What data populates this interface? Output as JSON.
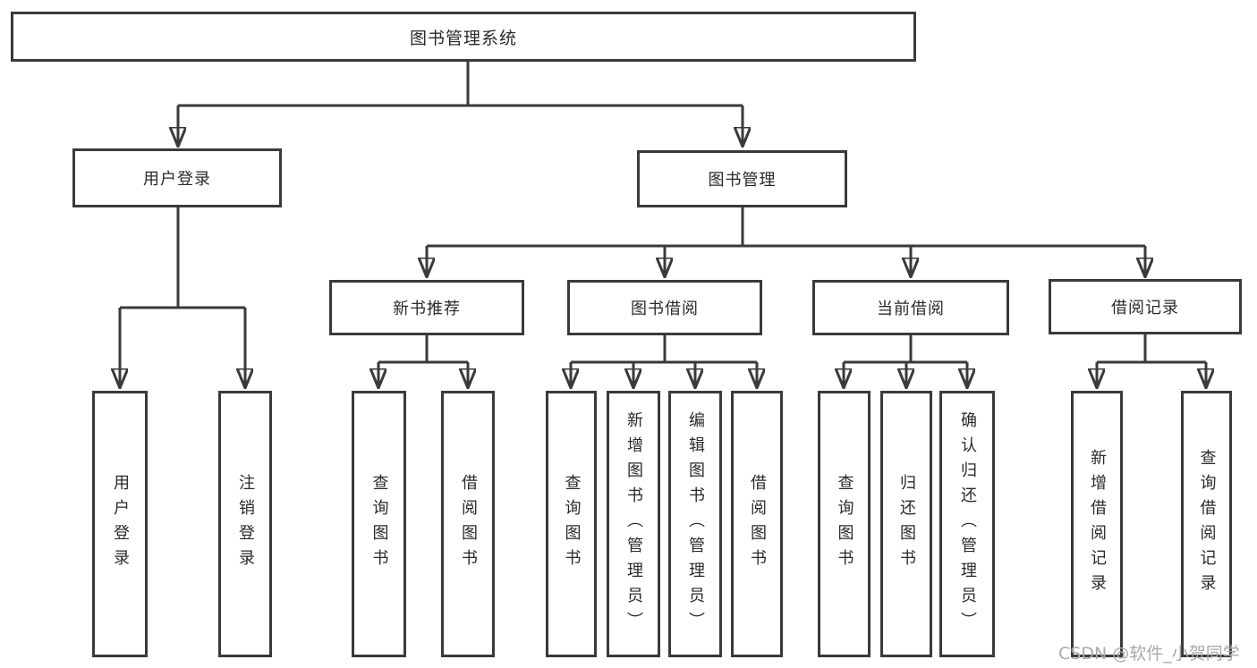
{
  "tree": {
    "label": "图书管理系统",
    "children": [
      {
        "label": "用户登录",
        "children": [
          {
            "label": "用户登录"
          },
          {
            "label": "注销登录"
          }
        ]
      },
      {
        "label": "图书管理",
        "children": [
          {
            "label": "新书推荐",
            "children": [
              {
                "label": "查询图书"
              },
              {
                "label": "借阅图书"
              }
            ]
          },
          {
            "label": "图书借阅",
            "children": [
              {
                "label": "查询图书"
              },
              {
                "label": "新增图书（管理员）"
              },
              {
                "label": "编辑图书（管理员）"
              },
              {
                "label": "借阅图书"
              }
            ]
          },
          {
            "label": "当前借阅",
            "children": [
              {
                "label": "查询图书"
              },
              {
                "label": "归还图书"
              },
              {
                "label": "确认归还（管理员）"
              }
            ]
          },
          {
            "label": "借阅记录",
            "children": [
              {
                "label": "新增借阅记录"
              },
              {
                "label": "查询借阅记录"
              }
            ]
          }
        ]
      }
    ]
  },
  "watermark": "CSDN @软件_小贺同学",
  "colors": {
    "line": "#3a3a3a",
    "box_border": "#3a3a3a",
    "box_fill": "#ffffff",
    "text": "#2a2a2a",
    "watermark": "#a9a9a9",
    "background": "#ffffff"
  }
}
